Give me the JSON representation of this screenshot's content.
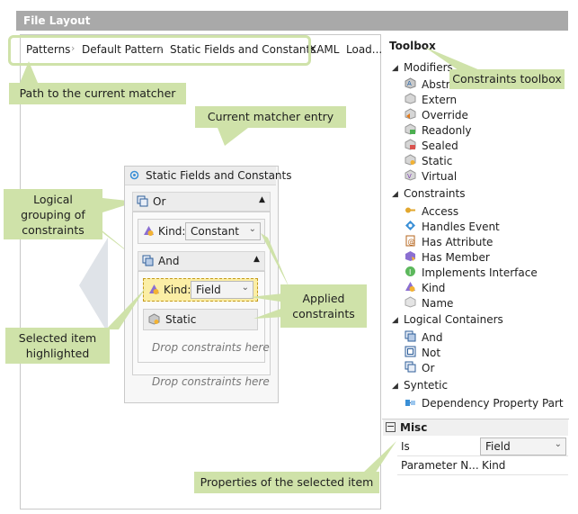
{
  "window": {
    "title": "File Layout"
  },
  "breadcrumb": {
    "items": [
      "Patterns",
      "Default Pattern",
      "Static Fields and Constants"
    ],
    "extra_tabs": [
      "XAML",
      "Load..."
    ]
  },
  "callouts": {
    "path": "Path to the current matcher",
    "entry": "Current matcher entry",
    "grouping": [
      "Logical",
      "grouping of",
      "constraints"
    ],
    "applied": [
      "Applied",
      "constraints"
    ],
    "selected": [
      "Selected item",
      "highlighted"
    ],
    "toolbox": "Constraints toolbox",
    "properties": "Properties of the selected item"
  },
  "matcher": {
    "title": "Static Fields and Constants",
    "or_label": "Or",
    "kind1": {
      "label": "Kind:",
      "value": "Constant"
    },
    "and_label": "And",
    "kind2": {
      "label": "Kind:",
      "value": "Field"
    },
    "static_label": "Static",
    "drop_inner": "Drop constraints here",
    "drop_outer": "Drop constraints here"
  },
  "toolbox": {
    "title": "Toolbox",
    "groups": [
      {
        "name": "Modifiers",
        "items": [
          "Abstract",
          "Extern",
          "Override",
          "Readonly",
          "Sealed",
          "Static",
          "Virtual"
        ]
      },
      {
        "name": "Constraints",
        "items": [
          "Access",
          "Handles Event",
          "Has Attribute",
          "Has Member",
          "Implements Interface",
          "Kind",
          "Name"
        ]
      },
      {
        "name": "Logical Containers",
        "items": [
          "And",
          "Not",
          "Or"
        ]
      },
      {
        "name": "Syntetic",
        "items": [
          "Dependency Property Part"
        ]
      }
    ]
  },
  "misc": {
    "title": "Misc",
    "rows": [
      {
        "name": "Is",
        "value": "Field"
      },
      {
        "name": "Parameter N...",
        "value": "Kind"
      }
    ]
  },
  "colors": {
    "callout": "#cfe2a9",
    "titlebar": "#a9a9a9",
    "selected": "#fbeea5"
  }
}
